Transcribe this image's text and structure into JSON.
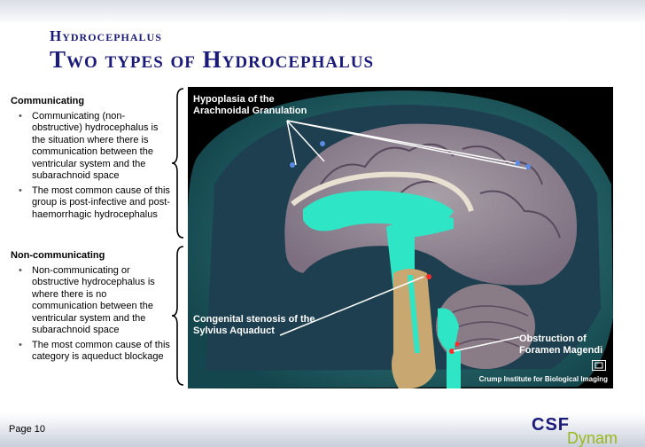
{
  "header": {
    "subtitle": "Hydrocephalus",
    "title": "Two types of Hydrocephalus"
  },
  "communicating": {
    "heading": "Communicating",
    "bullets": [
      "Communicating (non-obstructive) hydrocephalus is the situation where there is communication between the ventricular system and the subarachnoid space",
      "The most common cause of this group is post-infective and post-haemorrhagic hydrocephalus"
    ]
  },
  "noncommunicating": {
    "heading": "Non-communicating",
    "bullets": [
      "Non-communicating or obstructive hydrocephalus is where there is no communication between the ventricular system and the subarachnoid space",
      "The most common cause of this category is aqueduct blockage"
    ]
  },
  "image": {
    "label_hypoplasia_line1": "Hypoplasia of the",
    "label_hypoplasia_line2": "Arachnoidal Granulation",
    "label_stenosis_line1": "Congenital stenosis of the",
    "label_stenosis_line2": "Sylvius Aquaduct",
    "label_magendi_line1": "Obstruction of",
    "label_magendi_line2": "Foramen Magendi",
    "credit": "Crump Institute for Biological Imaging",
    "icon": "film-icon"
  },
  "footer": {
    "page": "Page 10",
    "brand": "CSF",
    "brand_tail": "Dynam"
  },
  "colors": {
    "title": "#1a1a7a",
    "csf": "#2ee6c6",
    "brand_tail": "#9ab81a"
  }
}
